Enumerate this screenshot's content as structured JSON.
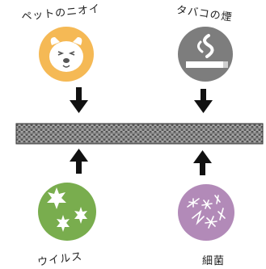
{
  "labels": {
    "pet_odor": "ペットのニオイ",
    "tobacco_smoke": "タバコの煙",
    "virus": "ウイルス",
    "bacteria": "細菌"
  },
  "colors": {
    "pet_circle": "#f5b955",
    "tobacco_circle": "#7d7d7d",
    "virus_circle": "#79ad4e",
    "bacteria_circle": "#b28ab8",
    "filter": "#6e6e6e",
    "arrow": "#111111"
  },
  "icons": {
    "pet": "dog-face-icon",
    "tobacco": "cigarette-smoke-icon",
    "virus": "virus-icon",
    "bacteria": "bacteria-icon"
  }
}
